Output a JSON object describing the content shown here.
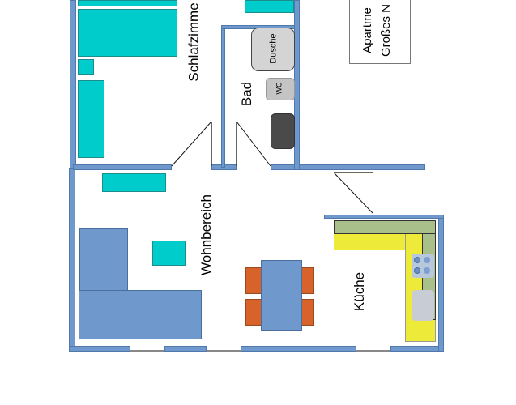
{
  "plan": {
    "title_box": {
      "line1": "Apartme",
      "line2": "Großes N"
    },
    "rooms": {
      "bedroom": "Schlafzimme",
      "bath": "Bad",
      "living": "Wohnbereich",
      "kitchen": "Küche"
    },
    "fixtures": {
      "shower": "Dusche",
      "toilet": "WC"
    },
    "colors": {
      "wall": "#6f98cc",
      "furniture_cyan": "#00cccc",
      "furniture_blue": "#6f98cc",
      "chairs": "#d8632a",
      "counter_yellow": "#eeea3a",
      "counter_green": "#a9c08a",
      "shower_grey": "#d4d4d4",
      "toilet_grey": "#c4c4c4",
      "appliance_dark": "#4a4a4a"
    }
  }
}
